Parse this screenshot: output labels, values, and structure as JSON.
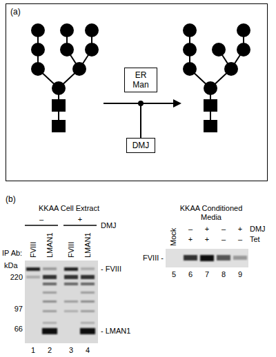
{
  "diagram": {
    "nodes": [
      {
        "text": [
          "(a)"
        ]
      },
      {
        "text": [
          "ER Man"
        ],
        "in": 0
      },
      {
        "text": [
          "DMJ"
        ],
        "in": 0
      }
    ],
    "labels": [
      "(b)",
      "KKAA Cell Extract",
      "–",
      "+",
      "DMJ",
      "IP Ab:",
      "kDa",
      "FVIII",
      "LMAN1",
      "FVIII",
      "LMAN1",
      "220",
      "97",
      "66",
      "- FVIII",
      "- LMAN1",
      "1",
      "2",
      "3",
      "4",
      "KKAA Conditioned Media",
      "–",
      "+",
      "–",
      "+",
      "DMJ",
      "Mock",
      "+",
      "+",
      "–",
      "–",
      "Tet",
      "FVIII -",
      "5",
      "6",
      "7",
      "8",
      "9"
    ]
  }
}
